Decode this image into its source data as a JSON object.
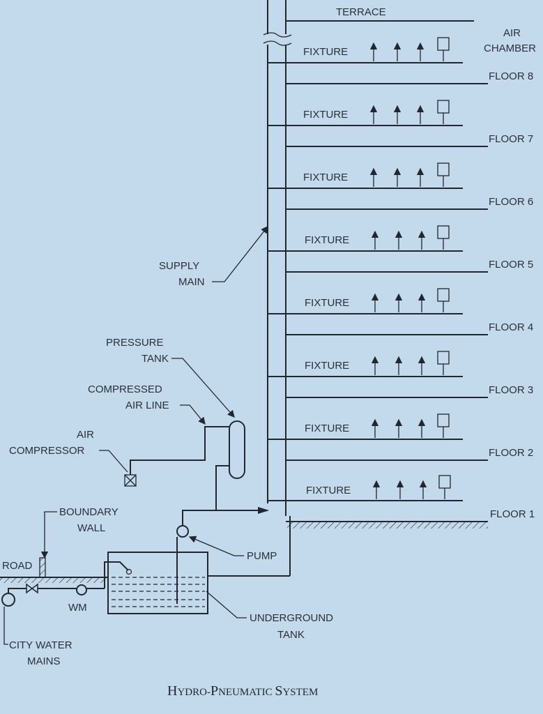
{
  "labels": {
    "terrace": "TERRACE",
    "air_chamber_1": "AIR",
    "air_chamber_2": "CHAMBER",
    "fixture": "FIXTURE",
    "supply_main_1": "SUPPLY",
    "supply_main_2": "MAIN",
    "pressure_tank_1": "PRESSURE",
    "pressure_tank_2": "TANK",
    "compressed_air_1": "COMPRESSED",
    "compressed_air_2": "AIR LINE",
    "air_compressor_1": "AIR",
    "air_compressor_2": "COMPRESSOR",
    "boundary_wall_1": "BOUNDARY",
    "boundary_wall_2": "WALL",
    "road": "ROAD",
    "pump": "PUMP",
    "wm": "WM",
    "underground_tank_1": "UNDERGROUND",
    "underground_tank_2": "TANK",
    "city_water_1": "CITY WATER",
    "city_water_2": "MAINS"
  },
  "floors": [
    "FLOOR 8",
    "FLOOR 7",
    "FLOOR 6",
    "FLOOR 5",
    "FLOOR 4",
    "FLOOR 3",
    "FLOOR 2",
    "FLOOR 1"
  ],
  "caption": {
    "h": "H",
    "ydro": "YDRO-",
    "p": "P",
    "neumatic": "NEUMATIC ",
    "s": "S",
    "ystem": "YSTEM"
  },
  "colors": {
    "background": "#c3daec",
    "ink": "#22262e"
  }
}
